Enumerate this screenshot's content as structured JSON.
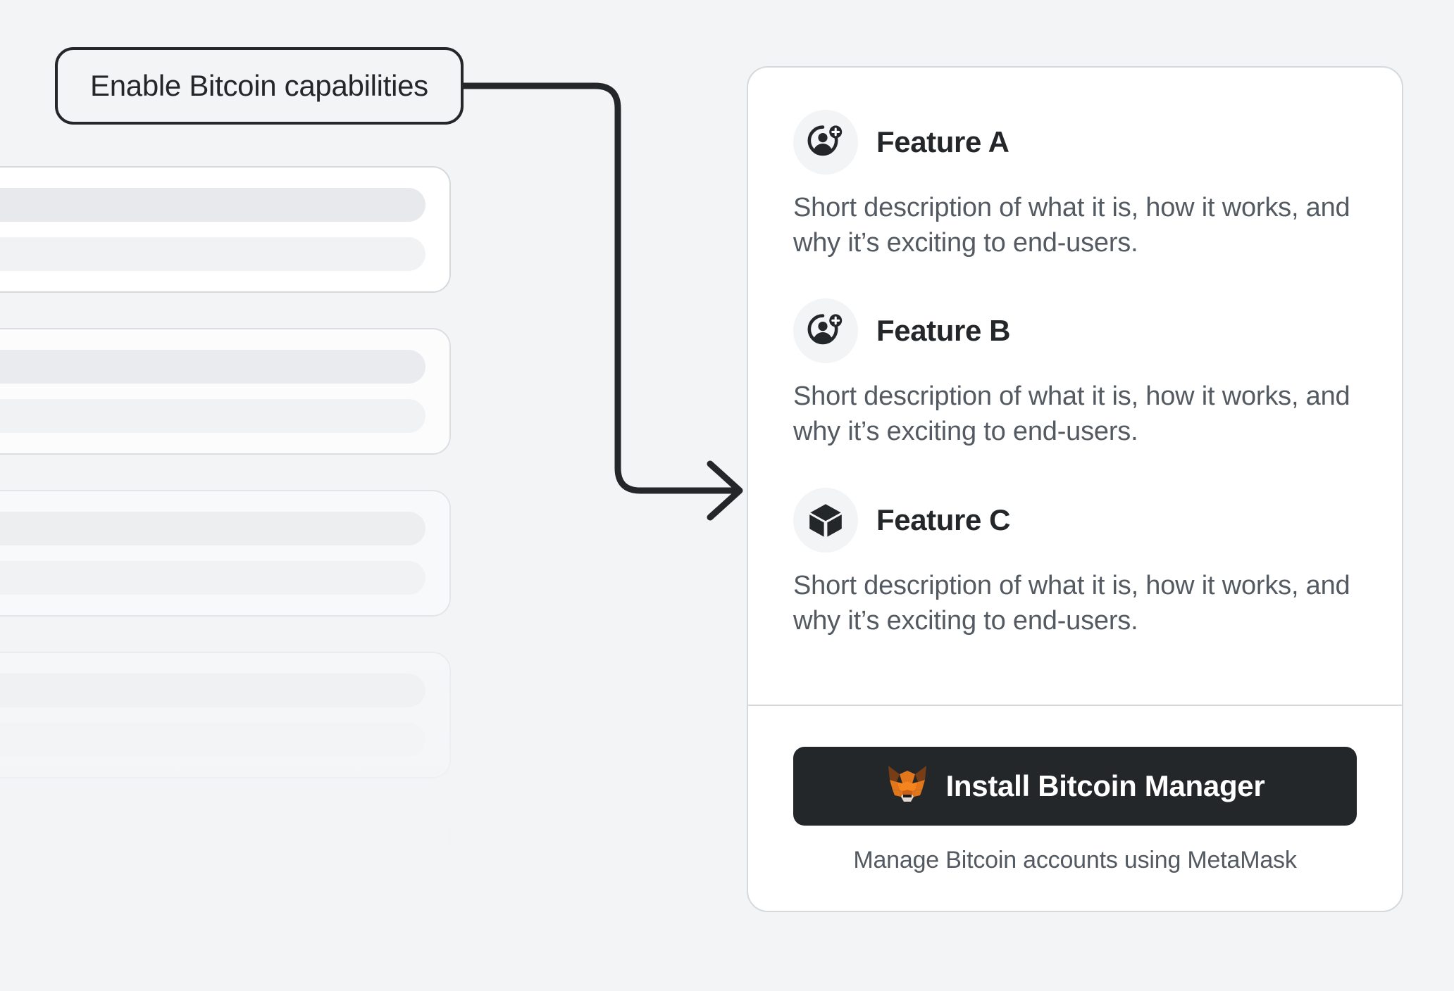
{
  "theme": {
    "page_background": "#F2F4F6",
    "card_background": "#FFFFFF",
    "card_border": "#D6D9DC",
    "text_primary": "#24272A",
    "text_secondary": "#535A61",
    "button_background": "#24272A",
    "button_text": "#FFFFFF",
    "connector_stroke": "#24272A",
    "metamask_orange": "#E2761B",
    "metamask_orange_light": "#F5841F",
    "metamask_brown": "#763D16",
    "metamask_cream": "#E4D7CD"
  },
  "callout": {
    "label": "Enable Bitcoin capabilities",
    "connector_dot": "connector-dot"
  },
  "skeleton": {
    "card_count": 5,
    "bars_per_card": 2
  },
  "card": {
    "features": [
      {
        "icon": "user-plus-icon",
        "title": "Feature A",
        "description": "Short description of what it is, how it works, and why it’s exciting to end-users."
      },
      {
        "icon": "user-plus-icon",
        "title": "Feature B",
        "description": "Short description of what it is, how it works, and why it’s exciting to end-users."
      },
      {
        "icon": "cube-icon",
        "title": "Feature C",
        "description": "Short description of what it is, how it works, and why it’s exciting to end-users."
      }
    ],
    "footer": {
      "button_icon": "metamask-fox-icon",
      "button_label": "Install Bitcoin Manager",
      "caption": "Manage Bitcoin accounts using MetaMask"
    }
  }
}
